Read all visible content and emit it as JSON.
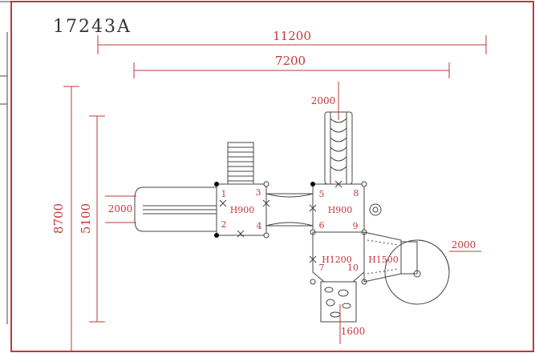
{
  "drawing": {
    "code": "17243A",
    "dimensions": {
      "overall_width": "11200",
      "inner_width": "7200",
      "overall_height": "8700",
      "inner_height": "5100",
      "slide_top": "2000",
      "slide_left": "2000",
      "slide_right": "2000",
      "bottom": "1600"
    },
    "platforms": {
      "left": "H900",
      "center": "H900",
      "lower": "H1200",
      "ramp": "H1500"
    },
    "posts": [
      "1",
      "2",
      "3",
      "4",
      "5",
      "6",
      "7",
      "8",
      "9",
      "10"
    ],
    "colors": {
      "frame": "#c0393b",
      "line": "#444444",
      "text": "#c0393b"
    }
  }
}
